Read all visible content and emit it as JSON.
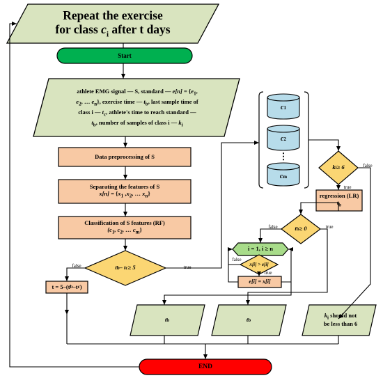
{
  "title": {
    "line1": "Repeat the exercise",
    "line2a": "for class ",
    "ci_base": "c",
    "ci_sub": "i",
    "line2b": " after t days"
  },
  "start": "Start",
  "end": "END",
  "input_box": {
    "l1a": "athlete EMG signal — S, standard — ",
    "l1b": "e[n]",
    "l1c": " = {",
    "l1d": "e",
    "l1d_sub": "1",
    "l1e": ",",
    "l2a": "e",
    "l2a_sub": "2",
    "l2b": ", … ",
    "l2c": "e",
    "l2c_sub": "n",
    "l2d": "}, exercise time — ",
    "l2e": "t",
    "l2e_sub": "b",
    "l2f": ", last sample time of",
    "l3a": "class i — ",
    "l3b": "t",
    "l3b_sub": "c",
    "l3c": ", athlete's time to reach standard —",
    "l4a": "t",
    "l4a_sub": "b",
    "l4b": ", number of samples of class i — ",
    "l4c": "k",
    "l4c_sub": "i"
  },
  "preprocess": "Data preprocessing of S",
  "separate": {
    "line1": "Separating the features of S",
    "l2a": "x[n]",
    "l2b": " = {",
    "l2c": "x",
    "l2c_sub": "1",
    "l2d": " ,",
    "l2e": "x",
    "l2e_sub": "2",
    "l2f": ", … ",
    "l2g": "x",
    "l2g_sub": "n",
    "l2h": "}"
  },
  "classify": {
    "line1": "Classification of S features (RF)",
    "l2a": "{c",
    "l2a_sub": "1",
    "l2b": ", c",
    "l2b_sub": "2",
    "l2c": ", … c",
    "l2c_sub": "m",
    "l2d": "}"
  },
  "db": {
    "c1": "c",
    "c1_sub": "1",
    "c2": "c",
    "c2_sub": "2",
    "cm": "c",
    "cm_sub": "m",
    "dots": "⋮"
  },
  "cond_tb_tc": {
    "a": "t",
    "a_sub": "b",
    "b": " – t",
    "b_sub": "c",
    "c": " ≥ 5"
  },
  "assign_t": {
    "a": "t = 5–(t",
    "a_sub": "b",
    "b": " –t",
    "b_sub": "c",
    "c": ")"
  },
  "cond_ki": {
    "a": "k",
    "a_sub": "i",
    "b": " ≥ 6"
  },
  "regression": {
    "line1": "regression (LR)",
    "t": "t",
    "t_sub": "b"
  },
  "cond_tb0": {
    "a": "t",
    "a_sub": "b",
    "b": " ≥ 0"
  },
  "loop": {
    "a": "i = 1, i ≥ n"
  },
  "cond_x": {
    "a": "x[i] > e[i]"
  },
  "assign_e": {
    "a": "e[i] = x[i]"
  },
  "out1": {
    "t": "t",
    "t_sub": "b"
  },
  "out2": {
    "t": "t",
    "t_sub": "b"
  },
  "out3": {
    "l1a": "k",
    "l1a_sub": "i",
    "l1b": " should not",
    "line2": "be less than 6"
  },
  "labels": {
    "false": "false",
    "true": "true"
  },
  "colors": {
    "green_fill": "#d9e4bf",
    "peach_fill": "#f8c9a4",
    "yellow_fill": "#fbd673",
    "hex_fill": "#a8dc8a",
    "db_fill": "#b7dcea",
    "start_fill": "#00b050",
    "end_fill": "#ff0000",
    "stroke": "#000000"
  }
}
